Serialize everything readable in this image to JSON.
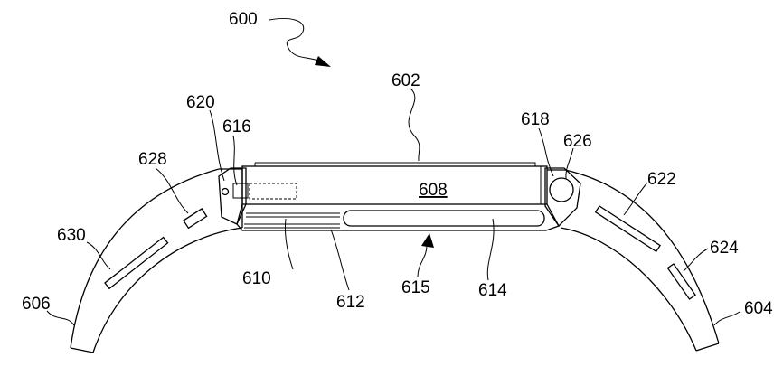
{
  "labels": {
    "l600": "600",
    "l602": "602",
    "l604": "604",
    "l606": "606",
    "l608": "608",
    "l610": "610",
    "l612": "612",
    "l614": "614",
    "l615": "615",
    "l616": "616",
    "l618": "618",
    "l620": "620",
    "l622": "622",
    "l624": "624",
    "l626": "626",
    "l628": "628",
    "l630": "630"
  }
}
